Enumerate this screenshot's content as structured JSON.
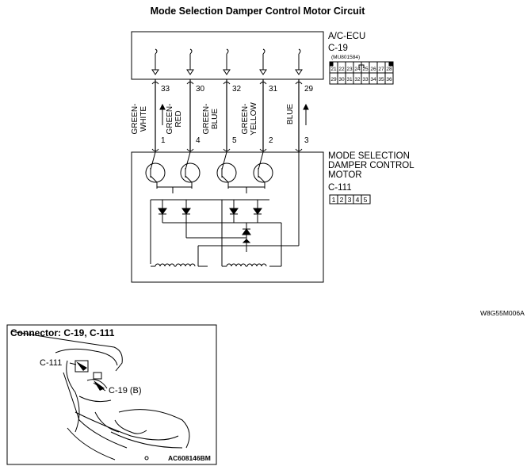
{
  "title": "Mode Selection Damper Control Motor Circuit",
  "ecu": {
    "name": "A/C-ECU",
    "connector": "C-19",
    "part_no": "(MU801584)",
    "pins_top": [
      "21",
      "22",
      "23",
      "24",
      "25",
      "26",
      "27",
      "28"
    ],
    "pins_bottom": [
      "29",
      "30",
      "31",
      "32",
      "33",
      "34",
      "35",
      "36"
    ]
  },
  "wires": [
    {
      "ecu_pin": "33",
      "color_line1": "GREEN-",
      "color_line2": "WHITE",
      "motor_pin": "1"
    },
    {
      "ecu_pin": "30",
      "color_line1": "GREEN-",
      "color_line2": "RED",
      "motor_pin": "4"
    },
    {
      "ecu_pin": "32",
      "color_line1": "GREEN-",
      "color_line2": "BLUE",
      "motor_pin": "5"
    },
    {
      "ecu_pin": "31",
      "color_line1": "GREEN-",
      "color_line2": "YELLOW",
      "motor_pin": "2"
    },
    {
      "ecu_pin": "29",
      "color_line1": "",
      "color_line2": "BLUE",
      "motor_pin": "3"
    }
  ],
  "motor": {
    "name_line1": "MODE SELECTION",
    "name_line2": "DAMPER CONTROL",
    "name_line3": "MOTOR",
    "connector": "C-111",
    "pins": [
      "1",
      "2",
      "3",
      "4",
      "5"
    ]
  },
  "figure_code": "W8G55M006A",
  "inset": {
    "title": "Connector: C-19, C-111",
    "label_c111": "C-111",
    "label_c19": "C-19 (B)",
    "code": "AC608146BM"
  }
}
